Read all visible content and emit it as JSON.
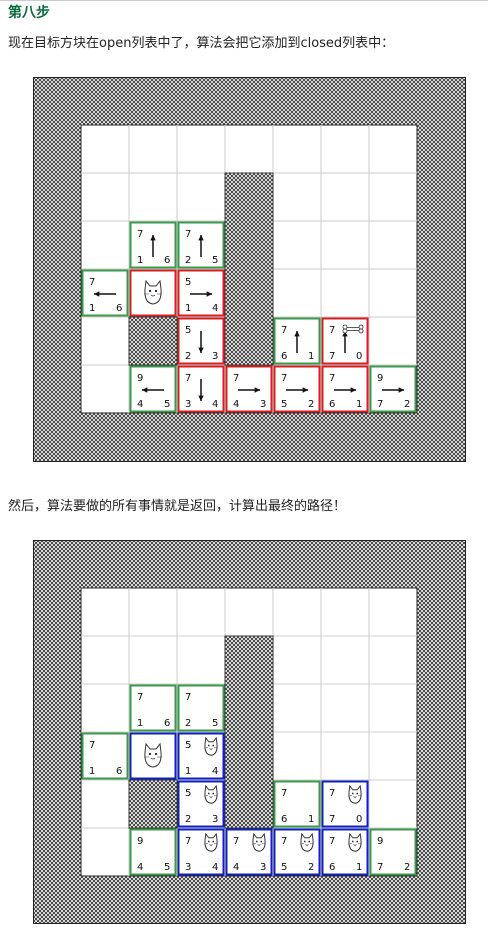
{
  "heading": "第八步",
  "paragraph1": "现在目标方块在open列表中了，算法会把它添加到closed列表中：",
  "paragraph2": "然后，算法要做的所有事情就是返回，计算出最终的路径！",
  "colors": {
    "open": "#3a9a4a",
    "closed": "#d42020",
    "path": "#1020c0",
    "grid": "#cccccc",
    "heading": "#0d6b3e"
  },
  "icons": {
    "cat": "cat-icon",
    "bone": "bone-icon",
    "arrow": "arrow-icon"
  },
  "figure1": {
    "cells": [
      {
        "col": 1,
        "row": 2,
        "f": "7",
        "g": "1",
        "h": "6",
        "dir": "up",
        "state": "open"
      },
      {
        "col": 2,
        "row": 2,
        "f": "7",
        "g": "2",
        "h": "5",
        "dir": "up",
        "state": "open"
      },
      {
        "col": 0,
        "row": 3,
        "f": "7",
        "g": "1",
        "h": "6",
        "dir": "left",
        "state": "open"
      },
      {
        "col": 1,
        "row": 3,
        "cat": true,
        "state": "closed"
      },
      {
        "col": 2,
        "row": 3,
        "f": "5",
        "g": "1",
        "h": "4",
        "dir": "right",
        "state": "closed"
      },
      {
        "col": 2,
        "row": 4,
        "f": "5",
        "g": "2",
        "h": "3",
        "dir": "down",
        "state": "closed"
      },
      {
        "col": 4,
        "row": 4,
        "f": "7",
        "g": "6",
        "h": "1",
        "dir": "up",
        "state": "open"
      },
      {
        "col": 5,
        "row": 4,
        "f": "7",
        "g": "7",
        "h": "0",
        "dir": "up",
        "bone": true,
        "state": "closed"
      },
      {
        "col": 1,
        "row": 5,
        "f": "9",
        "g": "4",
        "h": "5",
        "dir": "left",
        "state": "open"
      },
      {
        "col": 2,
        "row": 5,
        "f": "7",
        "g": "3",
        "h": "4",
        "dir": "down",
        "state": "closed"
      },
      {
        "col": 3,
        "row": 5,
        "f": "7",
        "g": "4",
        "h": "3",
        "dir": "right",
        "state": "closed"
      },
      {
        "col": 4,
        "row": 5,
        "f": "7",
        "g": "5",
        "h": "2",
        "dir": "right",
        "state": "closed"
      },
      {
        "col": 5,
        "row": 5,
        "f": "7",
        "g": "6",
        "h": "1",
        "dir": "right",
        "state": "closed"
      },
      {
        "col": 6,
        "row": 5,
        "f": "9",
        "g": "7",
        "h": "2",
        "dir": "right",
        "state": "open"
      }
    ]
  },
  "figure2": {
    "cells": [
      {
        "col": 1,
        "row": 2,
        "f": "7",
        "g": "1",
        "h": "6",
        "state": "open"
      },
      {
        "col": 2,
        "row": 2,
        "f": "7",
        "g": "2",
        "h": "5",
        "state": "open"
      },
      {
        "col": 0,
        "row": 3,
        "f": "7",
        "g": "1",
        "h": "6",
        "state": "open"
      },
      {
        "col": 1,
        "row": 3,
        "cat": true,
        "state": "path"
      },
      {
        "col": 2,
        "row": 3,
        "f": "5",
        "g": "1",
        "h": "4",
        "cat": true,
        "state": "path"
      },
      {
        "col": 2,
        "row": 4,
        "f": "5",
        "g": "2",
        "h": "3",
        "cat": true,
        "state": "path"
      },
      {
        "col": 4,
        "row": 4,
        "f": "7",
        "g": "6",
        "h": "1",
        "state": "open"
      },
      {
        "col": 5,
        "row": 4,
        "f": "7",
        "g": "7",
        "h": "0",
        "cat": true,
        "state": "path"
      },
      {
        "col": 1,
        "row": 5,
        "f": "9",
        "g": "4",
        "h": "5",
        "state": "open"
      },
      {
        "col": 2,
        "row": 5,
        "f": "7",
        "g": "3",
        "h": "4",
        "cat": true,
        "state": "path"
      },
      {
        "col": 3,
        "row": 5,
        "f": "7",
        "g": "4",
        "h": "3",
        "cat": true,
        "state": "path"
      },
      {
        "col": 4,
        "row": 5,
        "f": "7",
        "g": "5",
        "h": "2",
        "cat": true,
        "state": "path"
      },
      {
        "col": 5,
        "row": 5,
        "f": "7",
        "g": "6",
        "h": "1",
        "cat": true,
        "state": "path"
      },
      {
        "col": 6,
        "row": 5,
        "f": "9",
        "g": "7",
        "h": "2",
        "state": "open"
      }
    ]
  }
}
